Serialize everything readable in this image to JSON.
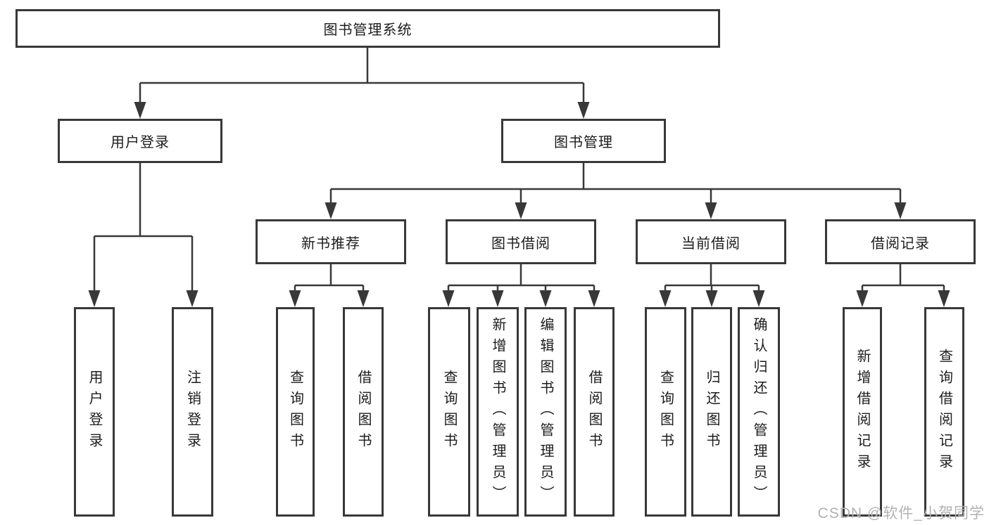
{
  "diagram_title": "图书管理系统",
  "tree": {
    "label": "图书管理系统",
    "children": [
      {
        "label": "用户登录",
        "children": [
          {
            "label": "用户登录"
          },
          {
            "label": "注销登录"
          }
        ]
      },
      {
        "label": "图书管理",
        "children": [
          {
            "label": "新书推荐",
            "children": [
              {
                "label": "查询图书"
              },
              {
                "label": "借阅图书"
              }
            ]
          },
          {
            "label": "图书借阅",
            "children": [
              {
                "label": "查询图书"
              },
              {
                "label": "新增图书（管理员）"
              },
              {
                "label": "编辑图书（管理员）"
              },
              {
                "label": "借阅图书"
              }
            ]
          },
          {
            "label": "当前借阅",
            "children": [
              {
                "label": "查询图书"
              },
              {
                "label": "归还图书"
              },
              {
                "label": "确认归还（管理员）"
              }
            ]
          },
          {
            "label": "借阅记录",
            "children": [
              {
                "label": "新增借阅记录"
              },
              {
                "label": "查询借阅记录"
              }
            ]
          }
        ]
      }
    ]
  },
  "watermark": {
    "text": "CSDN @软件_小贺同学"
  },
  "colors": {
    "line": "#383838",
    "box_border": "#383838",
    "box_fill": "#ffffff",
    "text": "#1c1c1c",
    "watermark": "#b2b2b2",
    "background": "#ffffff"
  }
}
